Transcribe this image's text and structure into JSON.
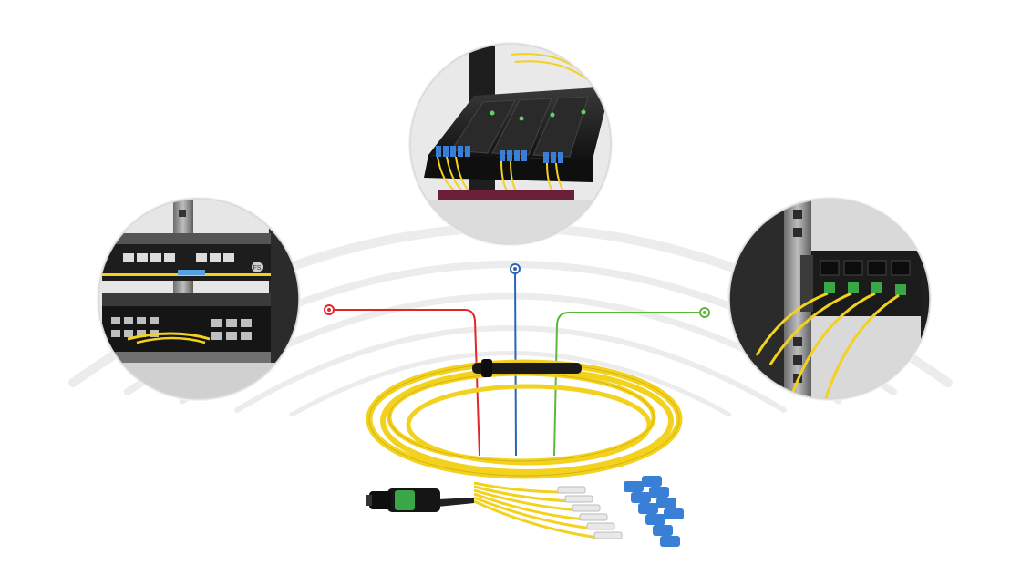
{
  "figure": {
    "leader_colors": {
      "red": "#e32527",
      "blue": "#2b64b5",
      "green": "#5cb83b"
    },
    "cable_color": "#f3d21f",
    "connector_color": "#3a7fd6",
    "mpo_accent": "#3aa645",
    "badge_text": "FS",
    "icons": [
      "switch-rack-photo",
      "cassette-panel-photo",
      "rack-adapter-photo",
      "fiber-harness-cable"
    ]
  }
}
